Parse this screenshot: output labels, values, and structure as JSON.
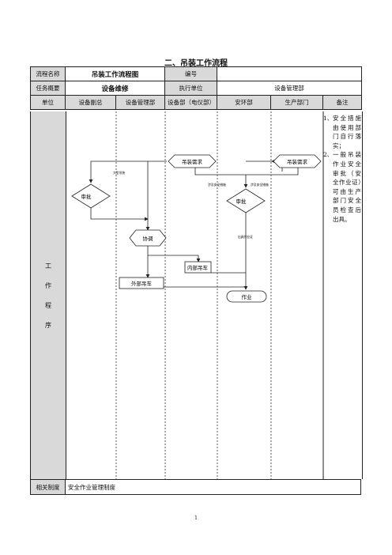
{
  "page_title": "二、吊装工作流程",
  "header": {
    "flow_name_label": "流程名称",
    "flow_name_value": "吊装工作流程图",
    "number_label": "编号",
    "number_value": "",
    "task_label": "任务概要",
    "task_value": "设备维修",
    "exec_unit_label": "执行单位",
    "exec_unit_value": "设备管理部"
  },
  "columns": [
    "单位",
    "设备副总",
    "设备管理部",
    "设备部（电仪部）",
    "安环部",
    "生产部门",
    "备注"
  ],
  "process_label": [
    "工",
    "作",
    "程",
    "序"
  ],
  "flow": {
    "req1": "吊装需求",
    "req2": "吊装需求",
    "approve1": "审批",
    "approve2": "审批",
    "coordinate": "协调",
    "internal": "内部吊车",
    "external": "外部吊车",
    "work": "作业",
    "note_big": "大型吊装",
    "note_safety1": "涉及安全措施",
    "note_safety2": "涉及安全措施",
    "note_permit": "出具作业证"
  },
  "remarks": [
    {
      "num": "1、",
      "text": "安全措施由使用部门自行落实；"
    },
    {
      "num": "2、",
      "text": "一般吊装作业安全审批（安全作业证）可由生产部门安全员检查后出具。"
    }
  ],
  "footer": {
    "related_label": "相关制度",
    "related_value": "安全作业管理制度",
    "page_number": "1"
  }
}
